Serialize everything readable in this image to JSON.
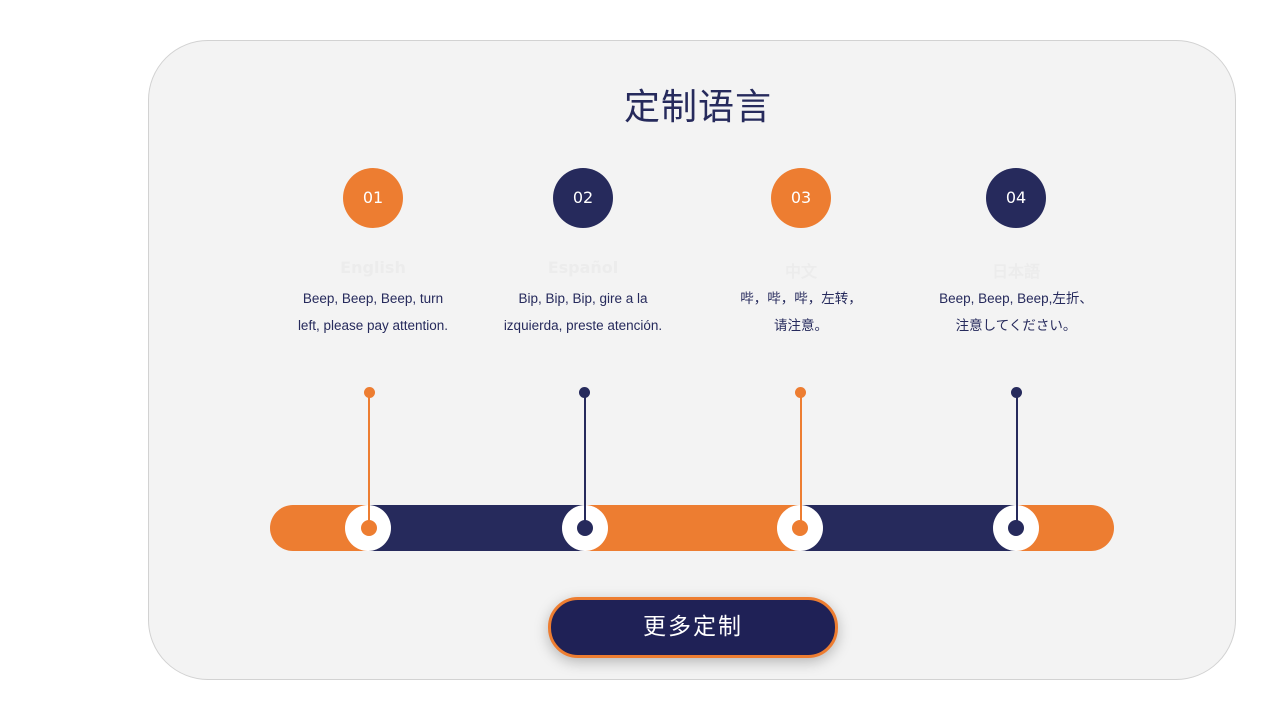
{
  "slide": {
    "title": "定制语言"
  },
  "steps": [
    {
      "number": "01",
      "name": "English",
      "desc_line1": "Beep, Beep, Beep, turn",
      "desc_line2": "left, please pay attention.",
      "color": "#ed7d31"
    },
    {
      "number": "02",
      "name": "Español",
      "desc_line1": "Bip, Bip, Bip, gire a la",
      "desc_line2": "izquierda, preste atención.",
      "color": "#262a5c"
    },
    {
      "number": "03",
      "name": "中文",
      "desc_line1": "哔，哔，哔，左转，",
      "desc_line2": "请注意。",
      "color": "#ed7d31"
    },
    {
      "number": "04",
      "name": "日本語",
      "desc_line1": "Beep, Beep, Beep,左折、",
      "desc_line2": "注意してください。",
      "color": "#262a5c"
    }
  ],
  "colors": {
    "accent_orange": "#ed7d31",
    "accent_navy": "#262a5c",
    "button_navy": "#1f2156",
    "card_bg": "#f3f3f3"
  },
  "actions": {
    "more_label": "更多定制"
  }
}
